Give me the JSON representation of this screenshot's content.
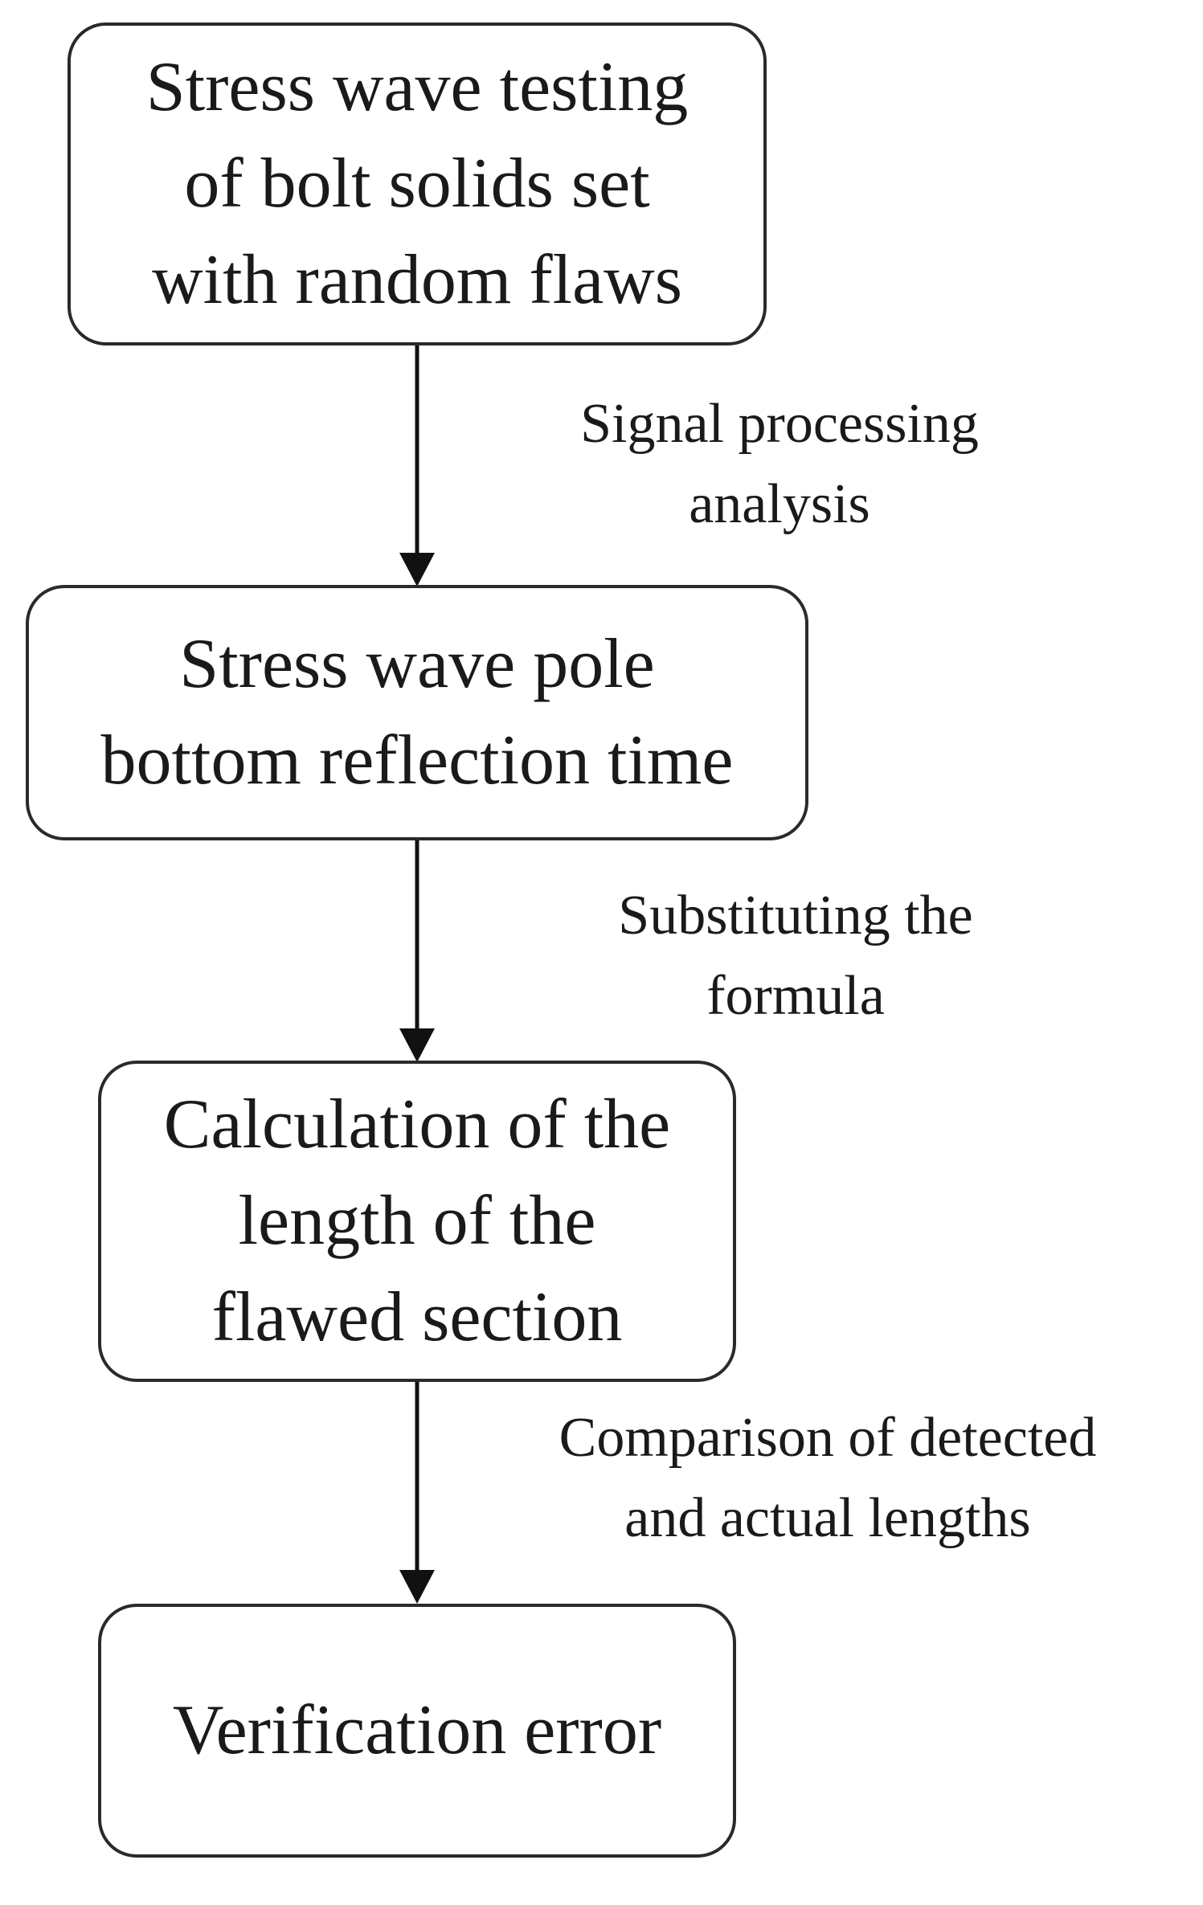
{
  "flowchart": {
    "nodes": [
      {
        "id": "testing",
        "lines": [
          "Stress wave testing",
          "of bolt solids set",
          "with random flaws"
        ]
      },
      {
        "id": "reflection",
        "lines": [
          "Stress wave pole",
          "bottom reflection time"
        ]
      },
      {
        "id": "calculation",
        "lines": [
          "Calculation of the",
          "length of the",
          "flawed section"
        ]
      },
      {
        "id": "verification",
        "lines": [
          "Verification error"
        ]
      }
    ],
    "edges": [
      {
        "from": "testing",
        "to": "reflection",
        "lines": [
          "Signal processing",
          "analysis"
        ]
      },
      {
        "from": "reflection",
        "to": "calculation",
        "lines": [
          "Substituting the",
          "formula"
        ]
      },
      {
        "from": "calculation",
        "to": "verification",
        "lines": [
          "Comparison of detected",
          "and actual lengths"
        ]
      }
    ]
  }
}
